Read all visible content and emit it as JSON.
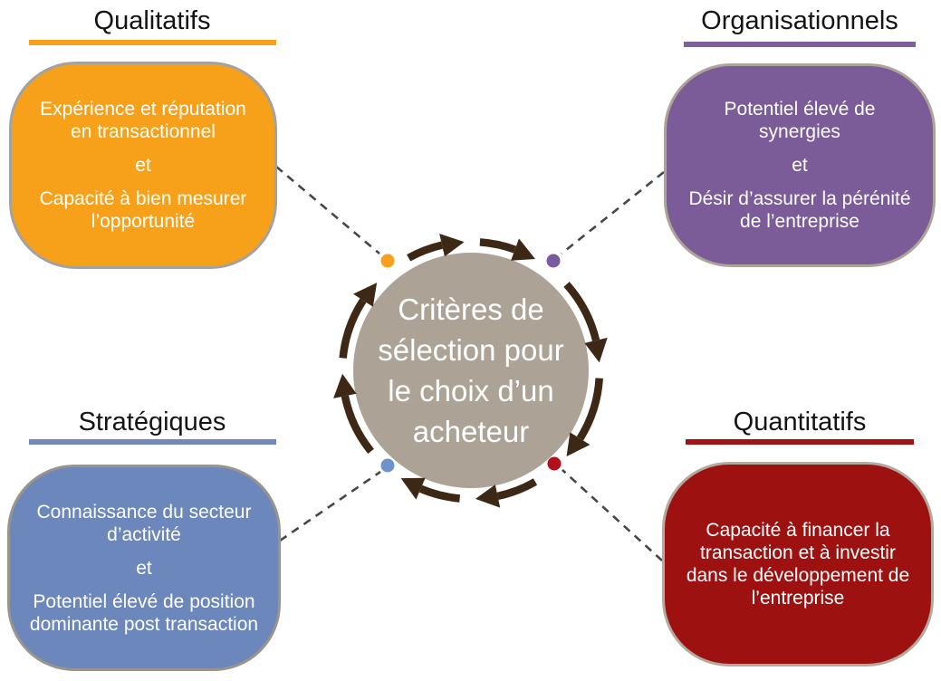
{
  "center": {
    "label": "Critères de\nsélection pour\nle choix d’un\nacheteur",
    "circle_color": "#aca295",
    "arrow_color": "#3c2815",
    "text_color": "#ffffff"
  },
  "connectors": {
    "color": "#474747",
    "style": "dashed"
  },
  "quadrants": [
    {
      "title": "Qualitatifs",
      "position": "top-left",
      "accent_color": "#f7a11a",
      "box_color": "#f7a11a",
      "border_color": "#a2a2a2",
      "dot_color": "#f7a01b",
      "text_color": "#ffffff",
      "paragraphs": [
        "Expérience et réputation\nen transactionnel",
        "et",
        "Capacité à bien mesurer\nl’opportunité"
      ]
    },
    {
      "title": "Organisationnels",
      "position": "top-right",
      "accent_color": "#7e5f9e",
      "box_color": "#7b5c99",
      "border_color": "#ada498",
      "dot_color": "#7a5ba0",
      "text_color": "#ffffff",
      "paragraphs": [
        "Potentiel élevé de\nsynergies",
        "et",
        "Désir d’assurer la pérénité\nde l’entreprise"
      ]
    },
    {
      "title": "Stratégiques",
      "position": "bottom-left",
      "accent_color": "#7289ba",
      "box_color": "#6b87bc",
      "border_color": "#9a948c",
      "dot_color": "#6f92cc",
      "text_color": "#ffffff",
      "paragraphs": [
        "Connaissance du secteur\nd’activité",
        "et",
        "Potentiel élevé de position\ndominante post transaction"
      ]
    },
    {
      "title": "Quantitatifs",
      "position": "bottom-right",
      "accent_color": "#a11212",
      "box_color": "#9d1111",
      "border_color": "#b3aa9d",
      "dot_color": "#b3111a",
      "text_color": "#ffffff",
      "paragraphs": [
        "Capacité à financer la\ntransaction et à investir\ndans le développement de\nl’entreprise"
      ]
    }
  ]
}
